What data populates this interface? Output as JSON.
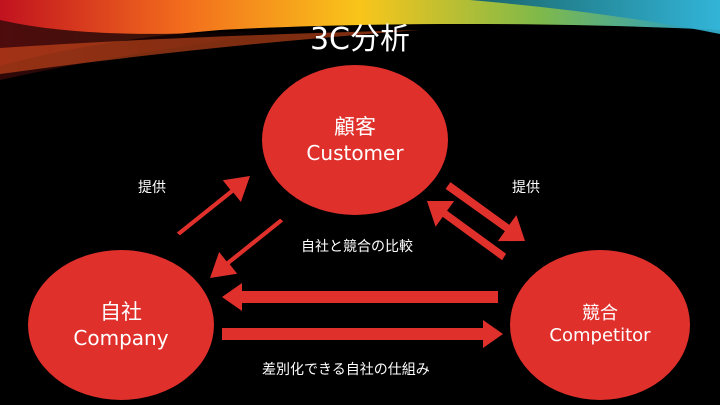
{
  "title": "3C分析",
  "nodes": {
    "customer": {
      "jp": "顧客",
      "en": "Customer"
    },
    "company": {
      "jp": "自社",
      "en": "Company"
    },
    "competitor": {
      "jp": "競合",
      "en": "Competitor"
    }
  },
  "labels": {
    "provide_left": "提供",
    "provide_right": "提供",
    "compare": "自社と競合の比較",
    "differentiation": "差別化できる自社の仕組み"
  },
  "colors": {
    "accent": "#e0302c",
    "background": "#000000",
    "text": "#ffffff"
  }
}
